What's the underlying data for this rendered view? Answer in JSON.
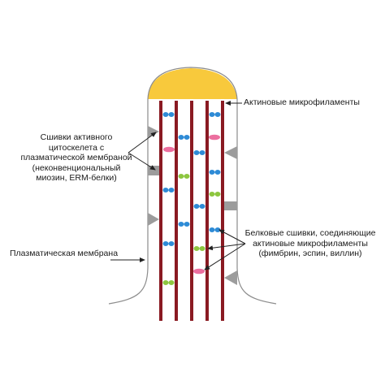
{
  "labels": {
    "actin_filaments": "Актиновые микрофиламенты",
    "membrane_linkers": [
      "Сшивки активного",
      "цитоскелета с",
      "плазматической мембраной",
      "(неконвенциональный",
      "миозин, ERM-белки)"
    ],
    "plasma_membrane": "Плазматическая мембрана",
    "protein_crosslinks": [
      "Белковые сшивки, соединяющие",
      "актиновые микрофиламенты",
      "(фимбрин, эспин, виллин)"
    ]
  },
  "colors": {
    "cap": "#f8c93c",
    "filament": "#8a1a22",
    "membrane": "#8c8c8c",
    "linker": "#9c9c9c",
    "crosslink_blue": "#2e8bd6",
    "crosslink_pink": "#ec6f9f",
    "crosslink_green": "#8dc63f",
    "arrow": "#222222"
  }
}
